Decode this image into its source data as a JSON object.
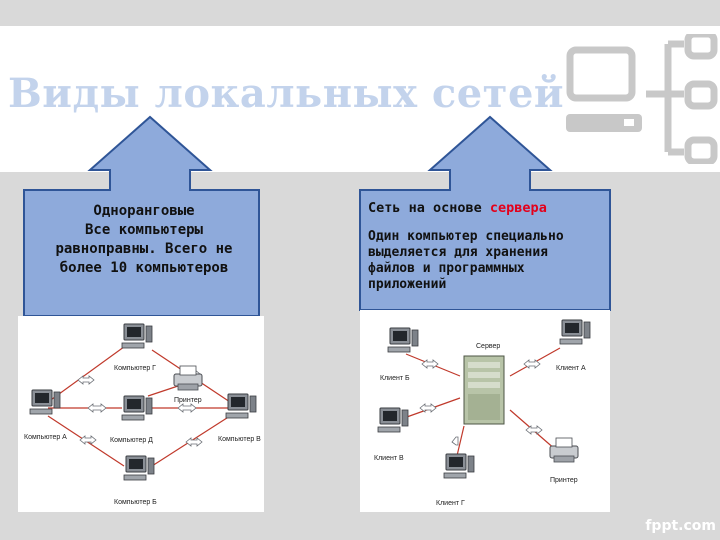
{
  "slide": {
    "title": "Виды локальных сетей",
    "watermark": "fppt.com",
    "colors": {
      "title": "#c3d3ec",
      "box_fill": "#8eaadb",
      "box_stroke": "#2f5597",
      "accent_red": "#e3001b"
    }
  },
  "left_box": {
    "heading": "Одноранговые",
    "line1": "Все компьютеры",
    "line2": "равноправны. Всего не",
    "line3": "более 10 компьютеров"
  },
  "right_box": {
    "heading_prefix": "Сеть на основе ",
    "heading_highlight": "сервера",
    "body_line1": "Один компьютер специально",
    "body_line2": "выделяется для хранения",
    "body_line3": "файлов и программных",
    "body_line4": "приложений"
  },
  "peer_diagram": {
    "nodes": [
      "Компьютер Г",
      "Принтер",
      "Компьютер А",
      "Компьютер Д",
      "Компьютер В",
      "Компьютер Б"
    ]
  },
  "server_diagram": {
    "nodes": [
      "Сервер",
      "Клиент Б",
      "Клиент А",
      "Клиент В",
      "Клиент Г",
      "Принтер"
    ]
  }
}
